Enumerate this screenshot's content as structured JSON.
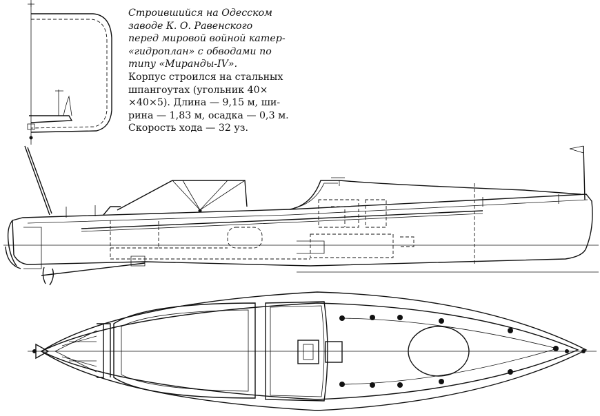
{
  "caption": {
    "italic_lines": [
      "Строившийся на Одесском",
      "заводе К. О. Равенского",
      "перед мировой войной катер-",
      "«гидроплан» с обводами по",
      "типу «Миранды-IV»."
    ],
    "plain_lines": [
      "Корпус строился на стальных",
      "шпангоутах (угольник 40×",
      "×40×5). Длина — 9,15 м, ши-",
      "рина — 1,83 м, осадка — 0,3 м.",
      "Скорость хода — 32 уз."
    ]
  },
  "figure": {
    "section_view": "hull-cross-section",
    "side_view": "side-elevation",
    "plan_view": "plan-view",
    "line_color": "#111111",
    "background": "#ffffff"
  }
}
